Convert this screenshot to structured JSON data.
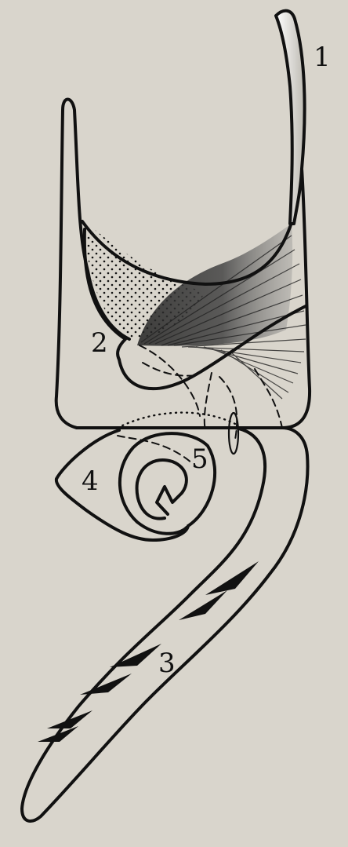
{
  "labels": {
    "l1": "1",
    "l2": "2",
    "l3": "3",
    "l4": "4",
    "l5": "5"
  },
  "colors": {
    "background": "#d9d5cc",
    "ink": "#111111",
    "muscle_shade": "#3a3a3a"
  }
}
